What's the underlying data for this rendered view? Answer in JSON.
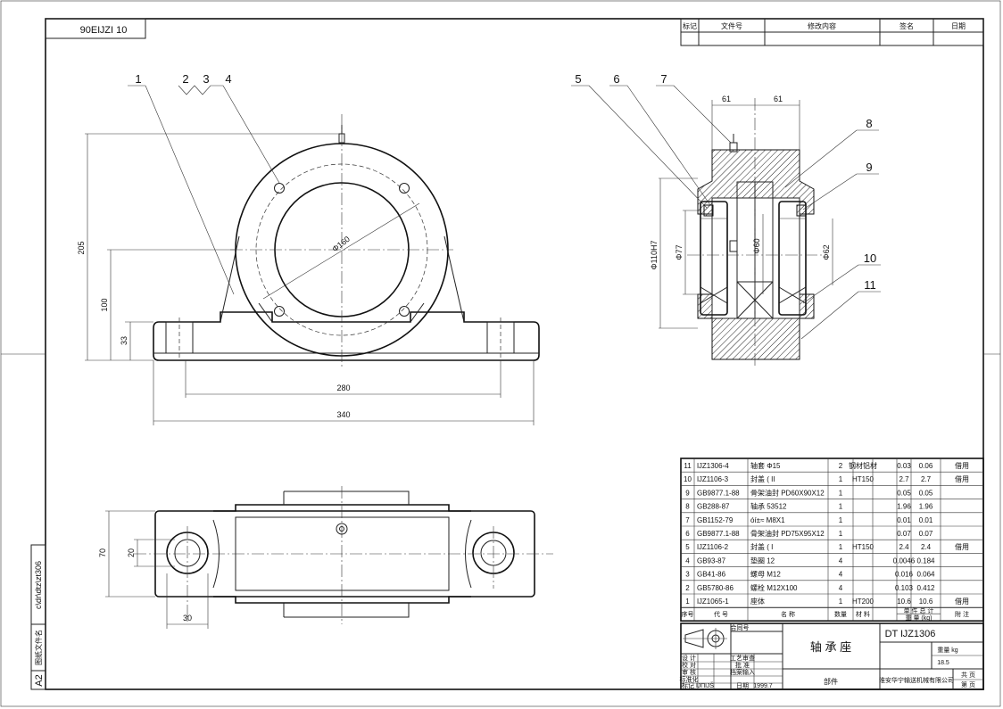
{
  "drawing": {
    "stamp_top_left": "90EĲZI 10",
    "side_filename": "c\\dr\\dtz\\zt306",
    "side_label": "图纸文件名",
    "sheet_size": "A2"
  },
  "revision_block": {
    "headers": [
      "标记",
      "文件号",
      "修改内容",
      "签名",
      "日期"
    ]
  },
  "front_view": {
    "balloons": [
      "1",
      "2",
      "3",
      "4"
    ],
    "dims": {
      "height_total": "205",
      "height_center": "100",
      "height_base": "33",
      "bolt_spacing": "280",
      "length_total": "340",
      "bore": "Φ160"
    }
  },
  "section_view": {
    "balloons": [
      "5",
      "6",
      "7",
      "8",
      "9",
      "10",
      "11"
    ],
    "dims": {
      "half_left": "61",
      "half_right": "61",
      "dia_outer": "Φ110H7",
      "dia_seal": "Φ77",
      "dia_shaft": "Φ60",
      "dia_right": "Φ62"
    }
  },
  "top_view": {
    "dims": {
      "width": "70",
      "slot": "20",
      "slot_offset": "30"
    }
  },
  "bom": {
    "rows": [
      {
        "no": "11",
        "code": "ĲZ1306-4",
        "name": "轴套 Φ15",
        "qty": "2",
        "material": "钢材铝材",
        "unit": "0.03",
        "total": "0.06",
        "note": "借用"
      },
      {
        "no": "10",
        "code": "ĲZ1106-3",
        "name": "封盖 ( II",
        "qty": "1",
        "material": "HT150",
        "unit": "2.7",
        "total": "2.7",
        "note": "借用"
      },
      {
        "no": "9",
        "code": "GB9877.1-88",
        "name": "骨架油封 PD60X90X12",
        "qty": "1",
        "material": "",
        "unit": "0.05",
        "total": "0.05",
        "note": ""
      },
      {
        "no": "8",
        "code": "GB288-87",
        "name": "轴承 53512",
        "qty": "1",
        "material": "",
        "unit": "1.96",
        "total": "1.96",
        "note": ""
      },
      {
        "no": "7",
        "code": "GB1152-79",
        "name": "óí±≈ M8X1",
        "qty": "1",
        "material": "",
        "unit": "0.01",
        "total": "0.01",
        "note": ""
      },
      {
        "no": "6",
        "code": "GB9877.1-88",
        "name": "骨架油封 PD75X95X12",
        "qty": "1",
        "material": "",
        "unit": "0.07",
        "total": "0.07",
        "note": ""
      },
      {
        "no": "5",
        "code": "ĲZ1106-2",
        "name": "封盖 ( I",
        "qty": "1",
        "material": "HT150",
        "unit": "2.4",
        "total": "2.4",
        "note": "借用"
      },
      {
        "no": "4",
        "code": "GB93-87",
        "name": "垫圈 12",
        "qty": "4",
        "material": "",
        "unit": "0.0046",
        "total": "0.184",
        "note": ""
      },
      {
        "no": "3",
        "code": "GB41-86",
        "name": "螺母 M12",
        "qty": "4",
        "material": "",
        "unit": "0.016",
        "total": "0.064",
        "note": ""
      },
      {
        "no": "2",
        "code": "GB5780-86",
        "name": "螺栓 M12X100",
        "qty": "4",
        "material": "",
        "unit": "0.103",
        "total": "0.412",
        "note": ""
      },
      {
        "no": "1",
        "code": "ĲZ1065-1",
        "name": "座体",
        "qty": "1",
        "material": "HT200",
        "unit": "10.6",
        "total": "10.6",
        "note": "借用"
      }
    ],
    "headers": {
      "no": "序号",
      "code": "代  号",
      "name": "名  称",
      "qty": "数量",
      "material": "材  料",
      "weight_top": "单 件 总 计",
      "weight_bottom": "重 量 (kg)",
      "note": "附  注"
    }
  },
  "title_block": {
    "contract_label": "合同号",
    "part_name": "轴 承 座",
    "part_code": "DT ĲZ1306",
    "weight_label": "重量 kg",
    "weight_value": "18.5",
    "rows_left": [
      "设  计",
      "校  对",
      "审  核",
      "标准化"
    ],
    "rows_mid": [
      "工艺审查",
      "批  准",
      "档案输入",
      "日期"
    ],
    "date_value": "1999.7",
    "bottom_left": "标记 ĲΠĲŠ",
    "category": "部件",
    "company": "淮安华宁输送机械有限公司",
    "sheets_total": "共  页",
    "sheet_no": "第  页"
  }
}
